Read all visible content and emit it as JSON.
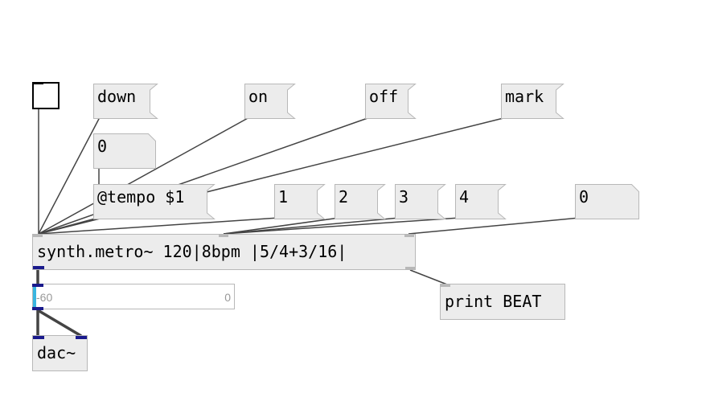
{
  "messages": {
    "down": "down",
    "on": "on",
    "off": "off",
    "mark": "mark",
    "tempo": "@tempo $1",
    "n1": "1",
    "n2": "2",
    "n3": "3",
    "n4": "4"
  },
  "numbers": {
    "top": "0",
    "right": "0"
  },
  "objects": {
    "metro": "synth.metro~ 120|8bpm |5/4+3/16|",
    "print": "print BEAT",
    "dac": "dac~"
  },
  "slider": {
    "min_label": "-60",
    "max_label": "0",
    "value_fraction": 0
  },
  "colors": {
    "box_fill": "#ececec",
    "box_border": "#b8b8b8",
    "signal_port": "#1a1a8c",
    "slider_knob": "#39b5e0"
  }
}
